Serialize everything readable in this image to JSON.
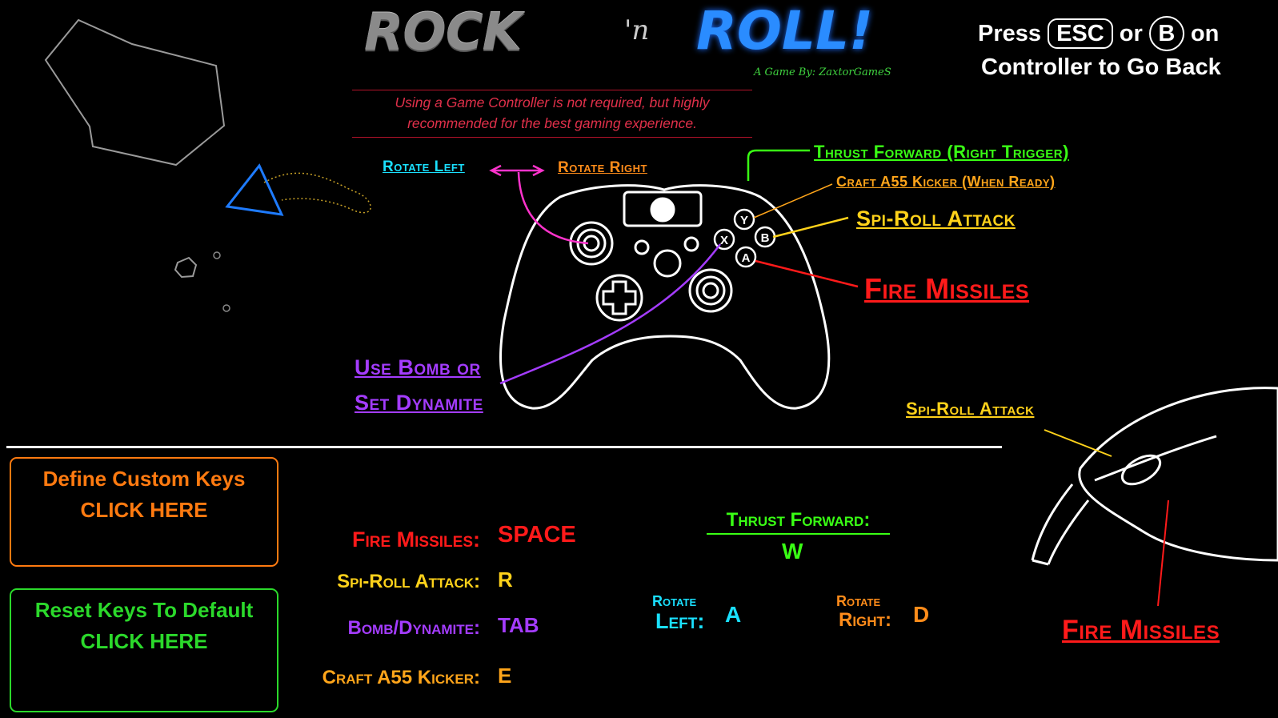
{
  "title": {
    "rock": "ROCK",
    "n": "'n",
    "roll": "ROLL!",
    "byline": "A Game By: ZaxtorGameS"
  },
  "back_hint": {
    "press": "Press",
    "esc_key": "ESC",
    "or": "or",
    "b_button": "B",
    "on": "on",
    "line2": "Controller to Go Back"
  },
  "notice": {
    "line1": "Using a Game Controller is not required, but highly",
    "line2": "recommended for the best gaming experience."
  },
  "controller": {
    "rotate_left": "Rotate Left",
    "rotate_right": "Rotate Right",
    "thrust_forward": "Thrust Forward (Right Trigger)",
    "craft_kicker": "Craft A55 Kicker (When Ready)",
    "spi_roll": "Spi-Roll Attack",
    "fire_missiles": "Fire Missiles",
    "bomb_line1": "Use Bomb or",
    "bomb_line2": "Set Dynamite",
    "buttons": {
      "y": "Y",
      "b": "B",
      "x": "X",
      "a": "A"
    }
  },
  "mouse": {
    "spi_roll": "Spi-Roll Attack",
    "fire_missiles": "Fire Missiles"
  },
  "buttons": {
    "define_line1": "Define Custom Keys",
    "define_line2": "CLICK HERE",
    "reset_line1": "Reset Keys To Default",
    "reset_line2": "CLICK HERE"
  },
  "keys": {
    "fire_missiles": {
      "label": "Fire Missiles:",
      "key": "SPACE"
    },
    "spi_roll": {
      "label": "Spi-Roll Attack:",
      "key": "R"
    },
    "bomb": {
      "label": "Bomb/Dynamite:",
      "key": "TAB"
    },
    "craft": {
      "label": "Craft A55 Kicker:",
      "key": "E"
    },
    "thrust": {
      "label": "Thrust Forward:",
      "key": "W"
    },
    "rotate_left": {
      "label1": "Rotate",
      "label2": "Left:",
      "key": "A"
    },
    "rotate_right": {
      "label1": "Rotate",
      "label2": "Right:",
      "key": "D"
    }
  },
  "colors": {
    "red": "#ff1a1a",
    "yellow": "#ffd21a",
    "purple": "#a43cff",
    "orange": "#ff8c1a",
    "green": "#39ff14",
    "cyan": "#1ae0ff"
  }
}
